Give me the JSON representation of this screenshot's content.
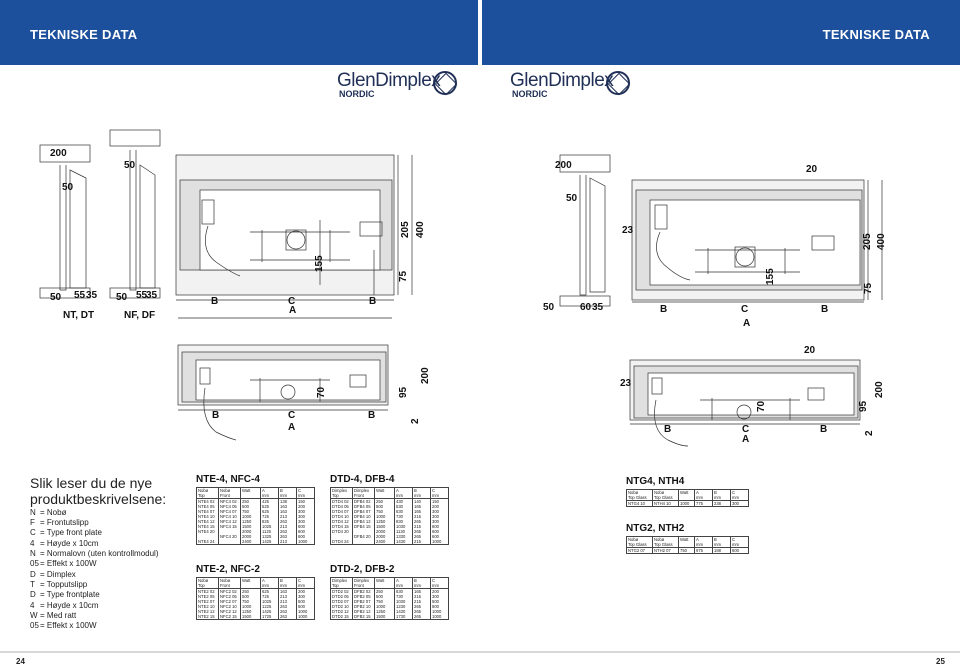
{
  "header": {
    "left_title": "TEKNISKE DATA",
    "right_title": "TEKNISKE DATA"
  },
  "logos": [
    {
      "wordmark_a": "Glen",
      "wordmark_b": "Dimplex",
      "sub": "NORDIC"
    },
    {
      "wordmark_a": "Glen",
      "wordmark_b": "Dimplex",
      "sub": "NORDIC"
    }
  ],
  "drawings": {
    "d1": {
      "dims": [
        "200",
        "50",
        "50",
        "50",
        "55",
        "35",
        "50",
        "55",
        "35",
        "155",
        "75",
        "205",
        "400",
        "B",
        "C",
        "B",
        "A"
      ],
      "captions": [
        "NT, DT",
        "NF, DF"
      ]
    },
    "d2": {
      "dims": [
        "200",
        "20",
        "50",
        "23",
        "50",
        "60",
        "35",
        "155",
        "75",
        "205",
        "400",
        "B",
        "C",
        "B",
        "A"
      ]
    },
    "d3": {
      "dims": [
        "70",
        "95",
        "200",
        "2",
        "B",
        "C",
        "B",
        "A"
      ]
    },
    "d4": {
      "dims": [
        "20",
        "23",
        "70",
        "95",
        "200",
        "2",
        "B",
        "C",
        "B",
        "A"
      ]
    }
  },
  "intro": {
    "heading": "Slik leser du de nye produktbeskrivelsene:",
    "lines": [
      {
        "k": "N",
        "v": "= Nobø"
      },
      {
        "k": "F",
        "v": "= Frontutslipp"
      },
      {
        "k": "C",
        "v": "= Type front plate"
      },
      {
        "k": "4",
        "v": "= Høyde x 10cm"
      },
      {
        "k": "N",
        "v": "= Normalovn (uten kontrollmodul)"
      },
      {
        "k": "05",
        "v": "= Effekt x 100W"
      }
    ],
    "lines2": [
      {
        "k": "D",
        "v": "= Dimplex"
      },
      {
        "k": "T",
        "v": "= Topputslipp"
      },
      {
        "k": "D",
        "v": "= Type frontplate"
      },
      {
        "k": "4",
        "v": "= Høyde x 10cm"
      },
      {
        "k": "W",
        "v": "= Med ratt"
      },
      {
        "k": "05",
        "v": "= Effekt x 100W"
      }
    ]
  },
  "tables": {
    "nte4": {
      "title": "NTE-4, NFC-4",
      "headers": [
        "Nobø\nTop",
        "Nobø\nFront",
        "Watt",
        "A\nmm",
        "B\nmm",
        "C\nmm"
      ],
      "rows": [
        [
          "NTE4 02\nNTE4 05\nNTE4 07\nNTE4 10\nNTE4 12\nNTE4 15\nNTE4 20\n\nNTE4 24",
          "NFC4 02\nNFC4 05\nNFC4 07\nNFC4 10\nNFC4 12\nNFC4 15\n\nNFC4 20",
          "250\n500\n750\n1000\n1250\n1500\n2000\n2000\n2400",
          "425\n525\n625\n725\n825\n1025\n1125\n1325\n1425",
          "138\n163\n163\n213\n263\n213\n263\n263\n213",
          "150\n200\n300\n300\n300\n600\n600\n600\n1000"
        ]
      ]
    },
    "dtd4": {
      "title": "DTD-4, DFB-4",
      "headers": [
        "Dimplex\nTop",
        "Dimplex\nFront",
        "Watt",
        "A\nmm",
        "B\nmm",
        "C\nmm"
      ],
      "rows": [
        [
          "DTD4 02\nDTD4 05\nDTD4 07\nDTD4 10\nDTD4 12\nDTD4 15\nDTD4 20\n\nDTD4 24",
          "DFB4 02\nDFB4 05\nDFB4 07\nDFB4 10\nDFB4 12\nDFB4 15\n\nDFB4 20",
          "250\n500\n750\n1000\n1250\n1500\n2000\n2000\n2400",
          "430\n530\n630\n730\n830\n1030\n1130\n1330\n1430",
          "140\n165\n165\n215\n265\n215\n265\n265\n215",
          "150\n200\n300\n300\n300\n600\n600\n600\n1000"
        ]
      ]
    },
    "ntg4": {
      "title": "NTG4, NTH4",
      "headers": [
        "Nobø\nTop Glass",
        "Nobø\nTop Glass",
        "Watt",
        "A\nmm",
        "B\nmm",
        "C\nmm"
      ],
      "rows": [
        [
          "NTG4 10",
          "NTH4 10",
          "1000",
          "775",
          "238",
          "300"
        ]
      ]
    },
    "ntg2": {
      "title": "NTG2, NTH2",
      "headers": [
        "Nobø\nTop Glass",
        "Nobø\nTop Glass",
        "Watt",
        "A\nmm",
        "B\nmm",
        "C\nmm"
      ],
      "rows": [
        [
          "NTG2 07",
          "NTH2 07",
          "750",
          "975",
          "188",
          "600"
        ]
      ]
    },
    "nte2": {
      "title": "NTE-2, NFC-2",
      "headers": [
        "Nobø\nTop",
        "Nobø\nFront",
        "Watt",
        "A\nmm",
        "B\nmm",
        "C\nmm"
      ],
      "rows": [
        [
          "NTE2 02\nNTE2 05\nNTE2 07\nNTE2 10\nNTE2 12\nNTE2 15",
          "NFC2 02\nNFC2 05\nNFC2 07\nNFC2 10\nNFC2 12\nNFC2 15",
          "250\n500\n750\n1000\n1250\n1500",
          "625\n725\n1025\n1225\n1425\n1725",
          "163\n213\n213\n263\n263\n263",
          "200\n300\n500\n600\n1000\n1000"
        ]
      ]
    },
    "dtd2": {
      "title": "DTD-2, DFB-2",
      "headers": [
        "Dimplex\nTop",
        "Dimplex\nFront",
        "Watt",
        "A\nmm",
        "B\nmm",
        "C\nmm"
      ],
      "rows": [
        [
          "DTD2 02\nDTD2 05\nDTD2 07\nDTD2 10\nDTD2 12\nDTD2 15",
          "DFB2 02\nDFB2 05\nDFB2 07\nDFB2 10\nDFB2 12\nDFB2 15",
          "250\n500\n750\n1000\n1250\n1500",
          "630\n730\n1030\n1230\n1430\n1730",
          "165\n215\n215\n265\n265\n265",
          "200\n300\n500\n600\n1000\n1000"
        ]
      ]
    }
  },
  "page_numbers": {
    "left": "24",
    "right": "25"
  }
}
